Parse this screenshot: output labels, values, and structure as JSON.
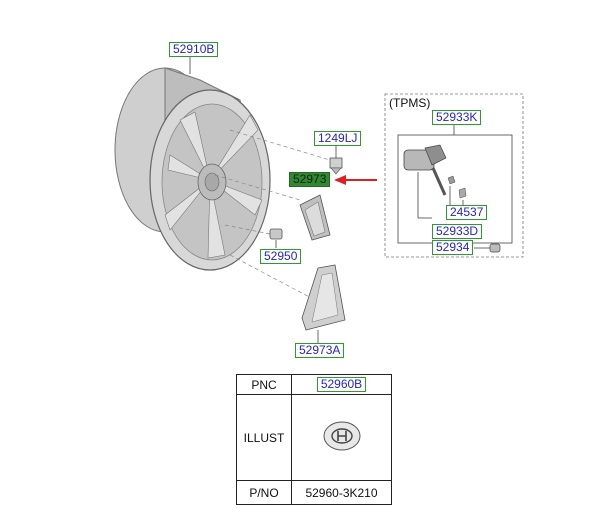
{
  "labels": {
    "wheel": "52910B",
    "nut": "1249LJ",
    "valve_cap": "52950",
    "weight": "52973",
    "weight_alt": "52973A",
    "tpms_sensor": "52933K",
    "valve_nut": "24537",
    "valve_core": "52933D",
    "valve_cap_tpms": "52934"
  },
  "tpms_title": "(TPMS)",
  "table": {
    "pnc_label": "PNC",
    "pnc_value": "52960B",
    "illust_label": "ILLUST",
    "pno_label": "P/NO",
    "pno_value": "52960-3K210"
  },
  "colors": {
    "label_border": "#2e9b2e",
    "label_text": "#2424c8",
    "highlight_fill": "#2f8a2f",
    "arrow": "#e02020"
  },
  "icons": [
    "hub-cap-icon"
  ]
}
